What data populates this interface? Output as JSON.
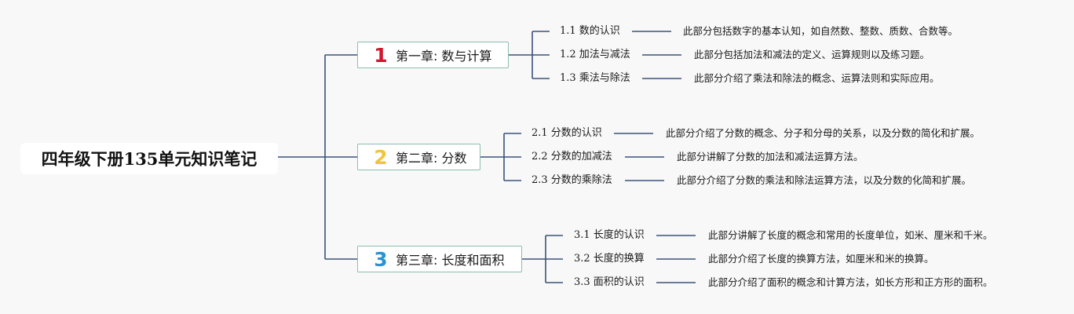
{
  "root": {
    "title": "四年级下册135单元知识笔记"
  },
  "chapters": [
    {
      "number": "1",
      "number_color": "#d0182c",
      "title": "第一章: 数与计算",
      "sections": [
        {
          "label": "1.1 数的认识",
          "description": "此部分包括数字的基本认知，如自然数、整数、质数、合数等。"
        },
        {
          "label": "1.2 加法与减法",
          "description": "此部分包括加法和减法的定义、运算规则以及练习题。"
        },
        {
          "label": "1.3 乘法与除法",
          "description": "此部分介绍了乘法和除法的概念、运算法则和实际应用。"
        }
      ]
    },
    {
      "number": "2",
      "number_color": "#f2c33c",
      "title": "第二章: 分数",
      "sections": [
        {
          "label": "2.1 分数的认识",
          "description": "此部分介绍了分数的概念、分子和分母的关系，以及分数的简化和扩展。"
        },
        {
          "label": "2.2 分数的加减法",
          "description": "此部分讲解了分数的加法和减法运算方法。"
        },
        {
          "label": "2.3 分数的乘除法",
          "description": "此部分介绍了分数的乘法和除法运算方法，以及分数的化简和扩展。"
        }
      ]
    },
    {
      "number": "3",
      "number_color": "#2a93d0",
      "title": "第三章: 长度和面积",
      "sections": [
        {
          "label": "3.1 长度的认识",
          "description": "此部分讲解了长度的概念和常用的长度单位，如米、厘米和千米。"
        },
        {
          "label": "3.2 长度的换算",
          "description": "此部分介绍了长度的换算方法，如厘米和米的换算。"
        },
        {
          "label": "3.3 面积的认识",
          "description": "此部分介绍了面积的概念和计算方法，如长方形和正方形的面积。"
        }
      ]
    }
  ],
  "colors": {
    "connector": "#3b5378",
    "chapter_border": "#8cbcb0",
    "background": "#f8f8f8"
  }
}
